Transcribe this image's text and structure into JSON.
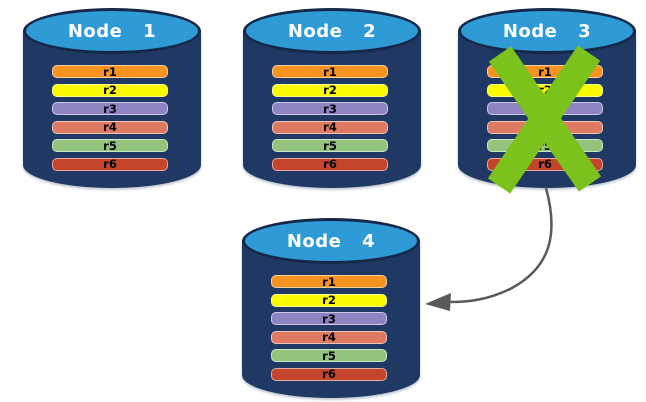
{
  "colors": {
    "background": "#FFFFFF",
    "cylinder_body": "#1F3864",
    "cylinder_top": "#2E9AD6",
    "cross": "#7CC21C",
    "arrow": "#595959"
  },
  "nodes": [
    {
      "label": "Node 1",
      "rows": [
        {
          "label": "r1",
          "color": "#F79421"
        },
        {
          "label": "r2",
          "color": "#FBFB00"
        },
        {
          "label": "r3",
          "color": "#9083C4"
        },
        {
          "label": "r4",
          "color": "#DF7A62"
        },
        {
          "label": "r5",
          "color": "#93C47D"
        },
        {
          "label": "r6",
          "color": "#C5452C"
        }
      ]
    },
    {
      "label": "Node 2",
      "rows": [
        {
          "label": "r1",
          "color": "#F79421"
        },
        {
          "label": "r2",
          "color": "#FBFB00"
        },
        {
          "label": "r3",
          "color": "#9083C4"
        },
        {
          "label": "r4",
          "color": "#DF7A62"
        },
        {
          "label": "r5",
          "color": "#93C47D"
        },
        {
          "label": "r6",
          "color": "#C5452C"
        }
      ]
    },
    {
      "label": "Node 3",
      "crossed_out": true,
      "rows": [
        {
          "label": "r1",
          "color": "#F79421"
        },
        {
          "label": "r2",
          "color": "#FBFB00"
        },
        {
          "label": "r3",
          "color": "#9083C4"
        },
        {
          "label": "r4",
          "color": "#DF7A62"
        },
        {
          "label": "r5",
          "color": "#93C47D"
        },
        {
          "label": "r6",
          "color": "#C5452C"
        }
      ]
    },
    {
      "label": "Node 4",
      "rows": [
        {
          "label": "r1",
          "color": "#F79421"
        },
        {
          "label": "r2",
          "color": "#FBFB00"
        },
        {
          "label": "r3",
          "color": "#9083C4"
        },
        {
          "label": "r4",
          "color": "#DF7A62"
        },
        {
          "label": "r5",
          "color": "#93C47D"
        },
        {
          "label": "r6",
          "color": "#C5452C"
        }
      ]
    }
  ],
  "arrow": {
    "from": "Node 3",
    "to": "Node 4"
  }
}
